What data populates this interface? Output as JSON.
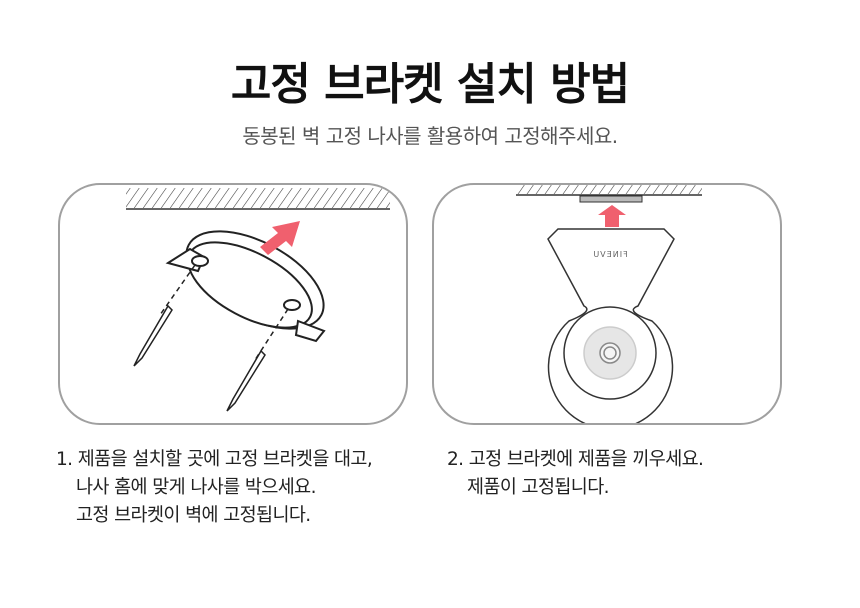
{
  "header": {
    "title": "고정 브라켓 설치 방법",
    "subtitle": "동봉된 벽 고정 나사를 활용하여 고정해주세요."
  },
  "steps": [
    {
      "lines": [
        "1. 제품을 설치할 곳에 고정 브라켓을 대고,",
        "나사 홈에 맞게 나사를 박으세요.",
        "고정 브라켓이 벽에 고정됩니다."
      ]
    },
    {
      "lines": [
        "2. 고정 브라켓에 제품을 끼우세요.",
        "제품이 고정됩니다."
      ]
    }
  ],
  "product": {
    "logo": "FINEVU"
  },
  "colors": {
    "arrow": "#f0606e",
    "border": "#a0a0a0"
  }
}
